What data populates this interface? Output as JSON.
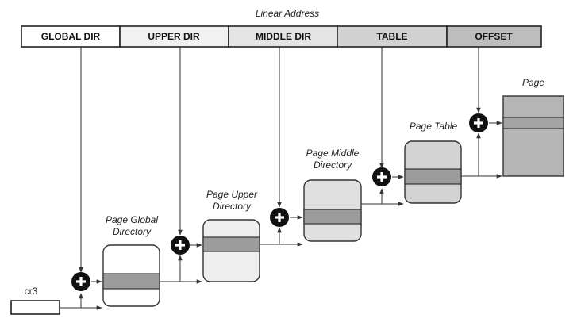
{
  "title": "Linear Address",
  "fields": [
    {
      "label": "GLOBAL DIR",
      "fill": "#ffffff"
    },
    {
      "label": "UPPER DIR",
      "fill": "#f1f1f1"
    },
    {
      "label": "MIDDLE DIR",
      "fill": "#e4e4e4"
    },
    {
      "label": "TABLE",
      "fill": "#d2d2d2"
    },
    {
      "label": "OFFSET",
      "fill": "#bdbdbd"
    }
  ],
  "register": "cr3",
  "tables": [
    {
      "label_line1": "Page Global",
      "label_line2": "Directory",
      "fill": "#ffffff"
    },
    {
      "label_line1": "Page Upper",
      "label_line2": "Directory",
      "fill": "#efefef"
    },
    {
      "label_line1": "Page Middle",
      "label_line2": "Directory",
      "fill": "#e0e0e0"
    },
    {
      "label_line1": "Page Table",
      "label_line2": "",
      "fill": "#d3d3d3"
    }
  ],
  "page": {
    "label": "Page",
    "fill": "#b5b5b5"
  },
  "colors": {
    "entry": "#9c9c9c",
    "adder": "#111111",
    "line": "#333333"
  },
  "icons": {
    "adder": "plus-circle-icon",
    "arrow": "arrowhead"
  }
}
